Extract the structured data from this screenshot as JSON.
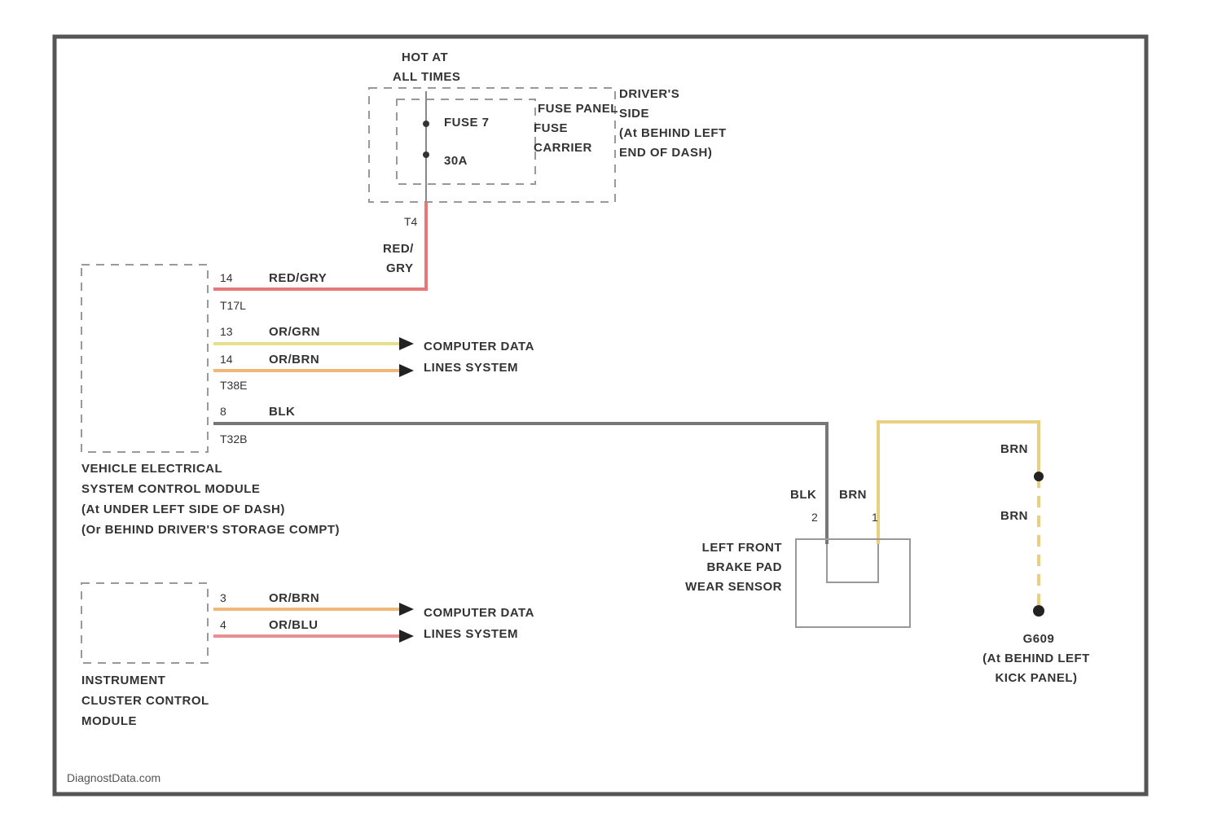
{
  "colors": {
    "frame": "#555555",
    "red_gry": "#e87878",
    "or_grn": "#e6e08a",
    "or_brn": "#f0b878",
    "or_blu": "#e89090",
    "blk": "#777777",
    "brn": "#e8d080",
    "component_outline": "#999999"
  },
  "fuse": {
    "hot_label_1": "HOT AT",
    "hot_label_2": "ALL TIMES",
    "fuse_name": "FUSE 7",
    "fuse_rating": "30A",
    "carrier_1": "FUSE PANEL",
    "carrier_2": "FUSE",
    "carrier_3": "CARRIER",
    "panel_1": "DRIVER'S",
    "panel_2": "SIDE",
    "panel_3": "(At BEHIND LEFT",
    "panel_4": "END OF DASH)",
    "out_pin": "T4",
    "wire_color_1": "RED/",
    "wire_color_2": "GRY"
  },
  "vescm": {
    "pin_power": "14",
    "wire_power": "RED/GRY",
    "conn_1": "T17L",
    "pin_data_1": "13",
    "wire_data_1": "OR/GRN",
    "pin_data_2": "14",
    "wire_data_2": "OR/BRN",
    "conn_2": "T38E",
    "pin_sensor": "8",
    "wire_sensor": "BLK",
    "conn_3": "T32B",
    "name_1": "VEHICLE ELECTRICAL",
    "name_2": "SYSTEM CONTROL MODULE",
    "name_3": "(At UNDER LEFT SIDE OF DASH)",
    "name_4": "(Or BEHIND DRIVER'S STORAGE COMPT)",
    "data_dest_1": "COMPUTER DATA",
    "data_dest_2": "LINES SYSTEM"
  },
  "sensor": {
    "wire_left": "BLK",
    "wire_right": "BRN",
    "pin_left": "2",
    "pin_right": "1",
    "name_1": "LEFT FRONT",
    "name_2": "BRAKE PAD",
    "name_3": "WEAR SENSOR"
  },
  "ground": {
    "wire_top": "BRN",
    "wire_bottom": "BRN",
    "name_1": "G609",
    "name_2": "(At BEHIND LEFT",
    "name_3": "KICK PANEL)"
  },
  "cluster": {
    "pin_1": "3",
    "wire_1": "OR/BRN",
    "pin_2": "4",
    "wire_2": "OR/BLU",
    "name_1": "INSTRUMENT",
    "name_2": "CLUSTER CONTROL",
    "name_3": "MODULE",
    "data_dest_1": "COMPUTER DATA",
    "data_dest_2": "LINES SYSTEM"
  },
  "watermark": "DiagnostData.com"
}
